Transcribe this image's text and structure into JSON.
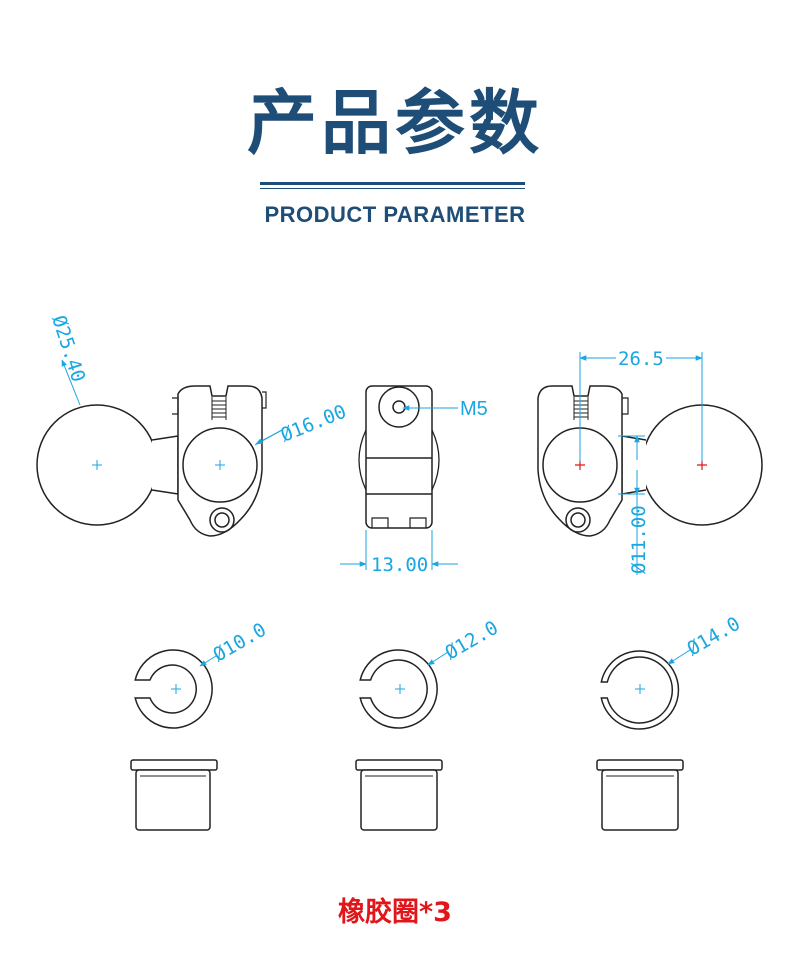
{
  "header": {
    "title_cn": "产品参数",
    "title_en": "PRODUCT PARAMETER"
  },
  "dimensions": {
    "ball_diameter": "Ø25.40",
    "clamp_diameter": "Ø16.00",
    "screw": "M5",
    "width": "13.00",
    "arm_length": "26.5",
    "neck_diameter": "Ø11.00",
    "insert_small": "Ø10.0",
    "insert_medium": "Ø12.0",
    "insert_large": "Ø14.0"
  },
  "caption": "橡胶圈*3",
  "colors": {
    "title": "#1e4d78",
    "dimension": "#1aa6e0",
    "caption": "#e0161a",
    "center_mark": "#e0161a"
  }
}
